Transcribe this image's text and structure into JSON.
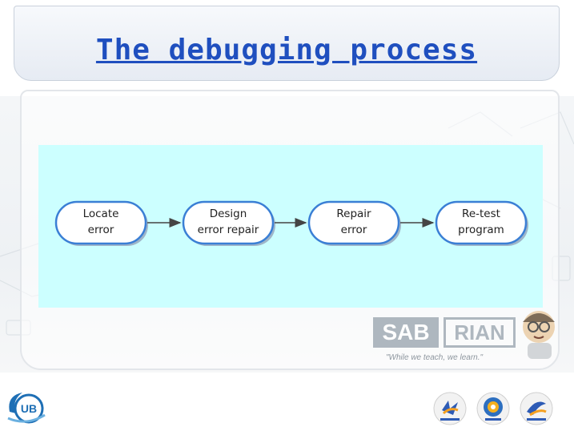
{
  "title": "The debugging process",
  "diagram": {
    "nodes": [
      {
        "id": "locate",
        "lines": [
          "Locate",
          "error"
        ]
      },
      {
        "id": "design",
        "lines": [
          "Design",
          "error repair"
        ]
      },
      {
        "id": "repair",
        "lines": [
          "Repair",
          "error"
        ]
      },
      {
        "id": "retest",
        "lines": [
          "Re-test",
          "program"
        ]
      }
    ],
    "edges": [
      [
        "locate",
        "design"
      ],
      [
        "design",
        "repair"
      ],
      [
        "repair",
        "retest"
      ]
    ],
    "colors": {
      "panel": "#ccffff",
      "node_fill": "#ffffff",
      "node_stroke": "#3a7fd5",
      "arrow": "#444444"
    }
  },
  "watermark": {
    "left": "SAB",
    "right": "RIAN",
    "tagline": "\"While we teach, we learn.\""
  },
  "footer": {
    "logos": [
      "ub-logo",
      "partner-logo-1",
      "partner-logo-2",
      "partner-logo-3"
    ]
  }
}
